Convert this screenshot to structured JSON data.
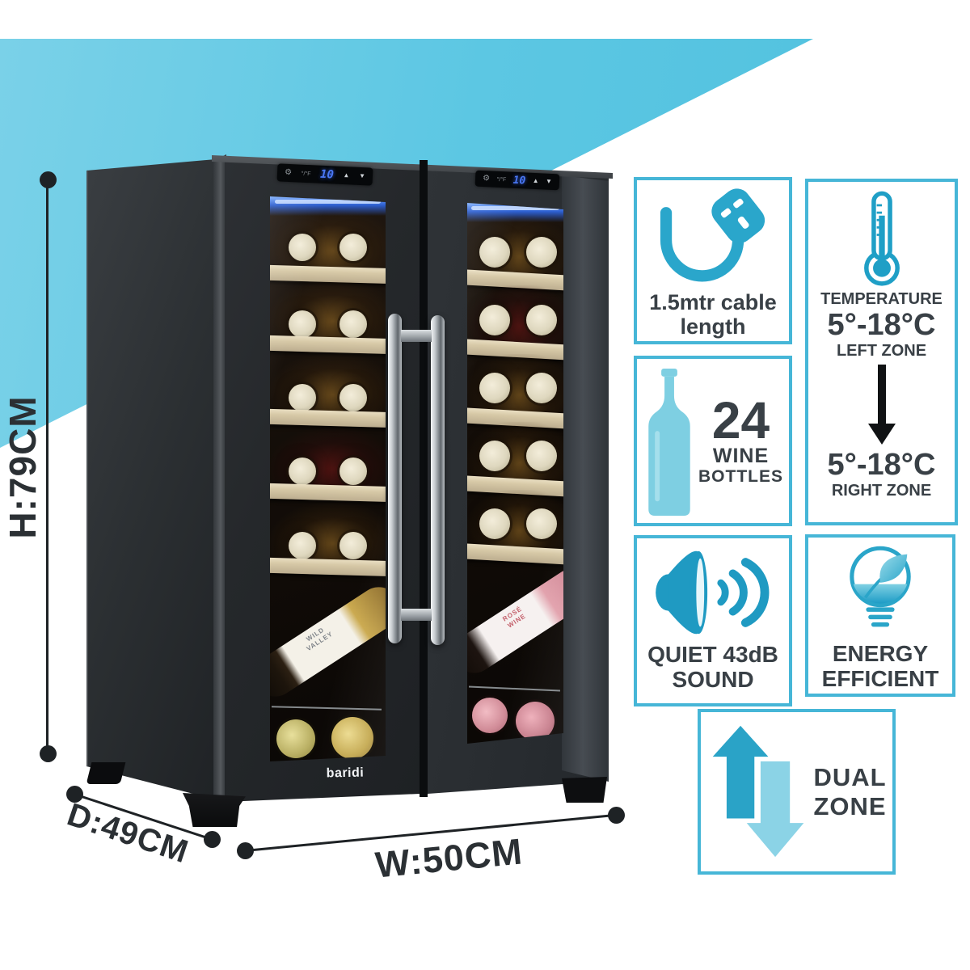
{
  "brand_logo": "baridi",
  "dimensions": {
    "height": "H:79CM",
    "depth": "D:49CM",
    "width": "W:50CM"
  },
  "display": {
    "gear_icon": "⚙",
    "unit_label": "°/°F",
    "left_value": "10",
    "right_value": "10",
    "up_icon": "▲",
    "down_icon": "▼"
  },
  "bottle_labels": {
    "left_line1": "WILD",
    "left_line2": "VALLEY",
    "right_line1": "ROSÉ",
    "right_line2": "WINE"
  },
  "features": {
    "cable": {
      "icon": "uk-plug-icon",
      "line1": "1.5mtr cable",
      "line2": "length"
    },
    "temperature": {
      "icon": "thermometer-icon",
      "title": "TEMPERATURE",
      "left_range": "5°-18°C",
      "left_zone_label": "LEFT ZONE",
      "right_range": "5°-18°C",
      "right_zone_label": "RIGHT ZONE"
    },
    "capacity": {
      "icon": "wine-bottle-icon",
      "count": "24",
      "line1": "WINE",
      "line2": "BOTTLES"
    },
    "sound": {
      "icon": "speaker-icon",
      "line1": "QUIET 43dB",
      "line2": "SOUND"
    },
    "energy": {
      "icon": "lightbulb-leaf-icon",
      "line1": "ENERGY",
      "line2": "EFFICIENT"
    },
    "dual_zone": {
      "icon": "dual-arrows-icon",
      "line1": "DUAL",
      "line2": "ZONE"
    }
  },
  "colors": {
    "accent_teal": "#5cc7e3",
    "box_border": "#46b6d7",
    "icon_teal": "#1f9fc6",
    "icon_teal_light": "#7ecfe2",
    "text_dark": "#394046",
    "dimension_text": "#2b3034",
    "display_digit_blue": "#4a78f5"
  }
}
